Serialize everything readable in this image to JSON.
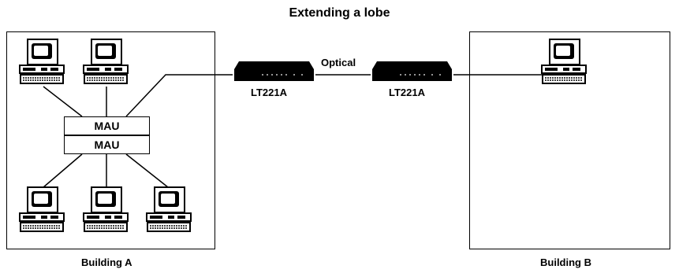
{
  "diagram": {
    "title": "Extending a lobe",
    "building_a": {
      "label": "Building A"
    },
    "building_b": {
      "label": "Building B"
    },
    "mau_stack": [
      "MAU",
      "MAU"
    ],
    "link": {
      "label": "Optical"
    },
    "devices": [
      {
        "label": "LT221A"
      },
      {
        "label": "LT221A"
      }
    ],
    "icons": [
      "workstation-icon",
      "fiber-modem-icon"
    ]
  }
}
